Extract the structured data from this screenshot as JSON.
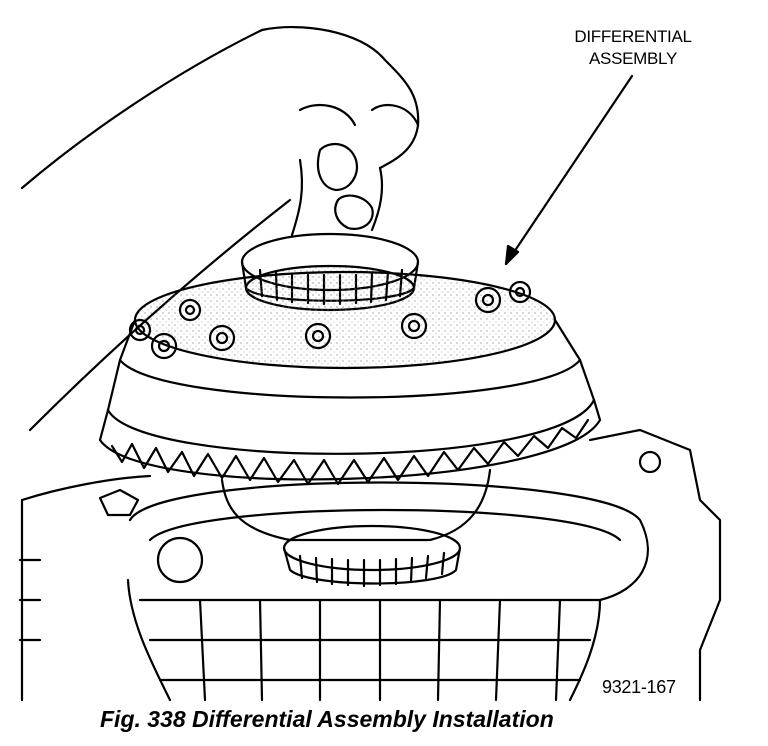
{
  "callout": {
    "line1": "DIFFERENTIAL",
    "line2": "ASSEMBLY"
  },
  "figure_code": "9321-167",
  "caption": "Fig. 338 Differential Assembly Installation",
  "colors": {
    "ink": "#000000",
    "paper": "#ffffff"
  }
}
